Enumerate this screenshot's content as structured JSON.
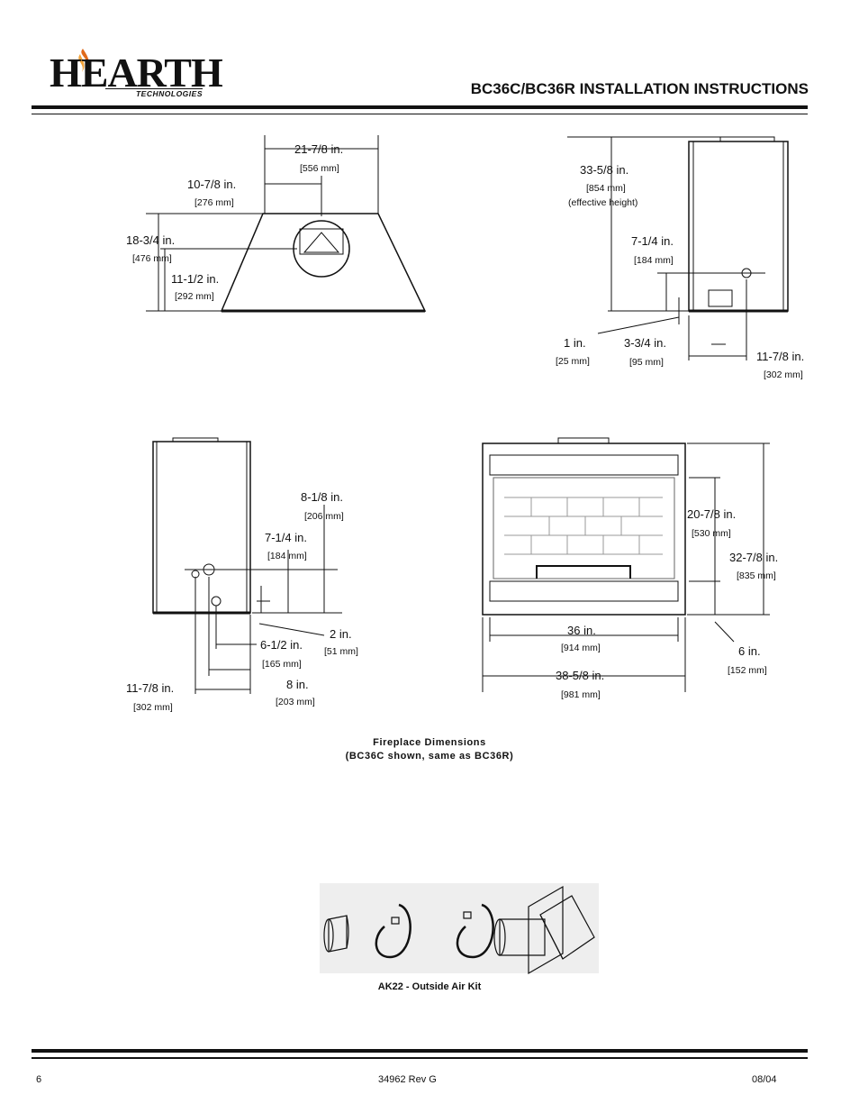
{
  "header": {
    "logo_main": "HEARTH",
    "logo_sub": "TECHNOLOGIES",
    "title": "BC36C/BC36R INSTALLATION INSTRUCTIONS"
  },
  "dimensions": {
    "top_view": {
      "width": "21-7/8 in.",
      "width_mm": "[556 mm]",
      "center": "10-7/8 in.",
      "center_mm": "[276 mm]",
      "depth": "18-3/4 in.",
      "depth_mm": "[476 mm]",
      "flue_center": "11-1/2 in.",
      "flue_center_mm": "[292 mm]"
    },
    "right_side": {
      "height": "33-5/8 in.",
      "height_mm": "[854 mm]",
      "height_note": "(effective height)",
      "gas": "7-1/4 in.",
      "gas_mm": "[184 mm]",
      "bottom": "1 in.",
      "bottom_mm": "[25 mm]",
      "gas_offset": "3-3/4 in.",
      "gas_offset_mm": "[95 mm]",
      "depth": "11-7/8 in.",
      "depth_mm": "[302 mm]"
    },
    "left_side": {
      "h1": "8-1/8 in.",
      "h1_mm": "[206 mm]",
      "h2": "7-1/4 in.",
      "h2_mm": "[184 mm]",
      "h3": "2 in.",
      "h3_mm": "[51 mm]",
      "w1": "6-1/2 in.",
      "w1_mm": "[165 mm]",
      "w2": "8 in.",
      "w2_mm": "[203 mm]",
      "depth": "11-7/8 in.",
      "depth_mm": "[302 mm]"
    },
    "front": {
      "opening_h": "20-7/8 in.",
      "opening_h_mm": "[530 mm]",
      "height": "32-7/8 in.",
      "height_mm": "[835 mm]",
      "opening_w": "36 in.",
      "opening_w_mm": "[914 mm]",
      "width": "38-5/8 in.",
      "width_mm": "[981 mm]",
      "base": "6 in.",
      "base_mm": "[152 mm]"
    }
  },
  "captions": {
    "fig1_line1": "Fireplace Dimensions",
    "fig1_line2": "(BC36C shown, same as BC36R)",
    "fig2": "AK22 - Outside Air Kit"
  },
  "footer": {
    "page": "6",
    "doc_number": "34962 Rev G",
    "date": "08/04"
  }
}
